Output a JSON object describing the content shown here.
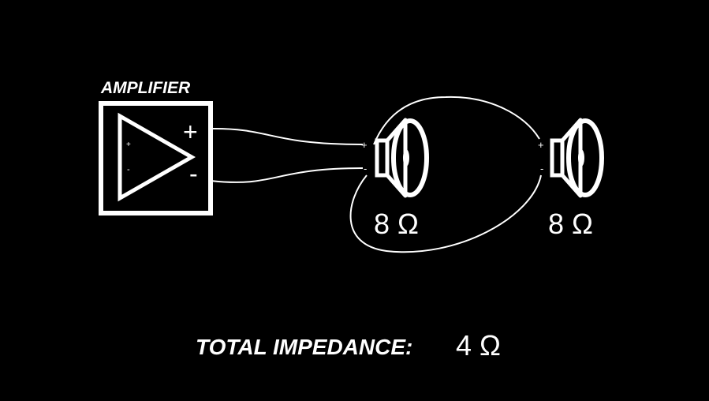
{
  "amplifier": {
    "title": "AMPLIFIER",
    "terminal_plus": "+",
    "terminal_minus": "-",
    "input_plus": "+",
    "input_minus": "-"
  },
  "speakers": [
    {
      "impedance": "8 Ω",
      "terminal_plus": "+",
      "terminal_minus": "-"
    },
    {
      "impedance": "8 Ω",
      "terminal_plus": "+",
      "terminal_minus": "-"
    }
  ],
  "total": {
    "label": "TOTAL IMPEDANCE:",
    "value": "4 Ω"
  },
  "colors": {
    "background": "#000000",
    "foreground": "#ffffff"
  }
}
